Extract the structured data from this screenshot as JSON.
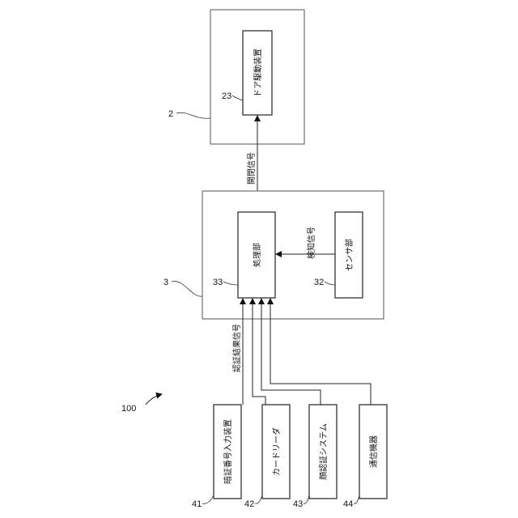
{
  "system_ref": "100",
  "door_unit": {
    "ref": "2",
    "drive": {
      "ref": "23",
      "label": "ドア駆動装置"
    }
  },
  "controller": {
    "ref": "3",
    "processing": {
      "ref": "33",
      "label": "処理部"
    },
    "sensor": {
      "ref": "32",
      "label": "センサ部"
    }
  },
  "signals": {
    "open_close": "開閉信号",
    "detection": "検知信号",
    "auth_result": "認証結果信号"
  },
  "inputs": [
    {
      "ref": "41",
      "label": "暗証番号入力装置"
    },
    {
      "ref": "42",
      "label": "カードリーダ"
    },
    {
      "ref": "43",
      "label": "顔認証システム"
    },
    {
      "ref": "44",
      "label": "通信機器"
    }
  ]
}
